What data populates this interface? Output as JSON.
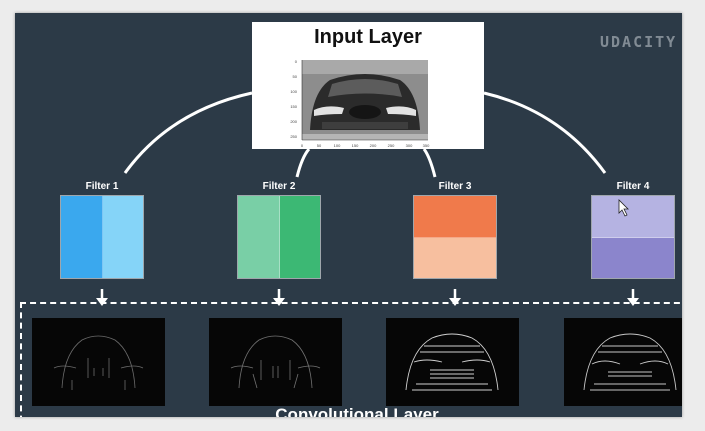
{
  "slide": {
    "logo_text": "UDACITY",
    "input_layer": {
      "title": "Input Layer",
      "y_ticks": [
        "0",
        "50",
        "100",
        "150",
        "200",
        "250"
      ],
      "x_ticks": [
        "0",
        "50",
        "100",
        "150",
        "200",
        "250",
        "300",
        "350"
      ]
    },
    "filters": [
      {
        "label": "Filter 1",
        "orientation": "vertical",
        "colors": [
          "#3aa8ee",
          "#85d4f8"
        ]
      },
      {
        "label": "Filter 2",
        "orientation": "vertical",
        "colors": [
          "#79cfa6",
          "#3cb874"
        ]
      },
      {
        "label": "Filter 3",
        "orientation": "horizontal",
        "colors": [
          "#f07a4b",
          "#f7bf9f"
        ]
      },
      {
        "label": "Filter 4",
        "orientation": "horizontal",
        "colors": [
          "#b5b3e2",
          "#8b85cc"
        ]
      }
    ],
    "conv_layer_label": "Convolutional Layer",
    "feature_maps": [
      "feature-map-1",
      "feature-map-2",
      "feature-map-3",
      "feature-map-4"
    ]
  }
}
